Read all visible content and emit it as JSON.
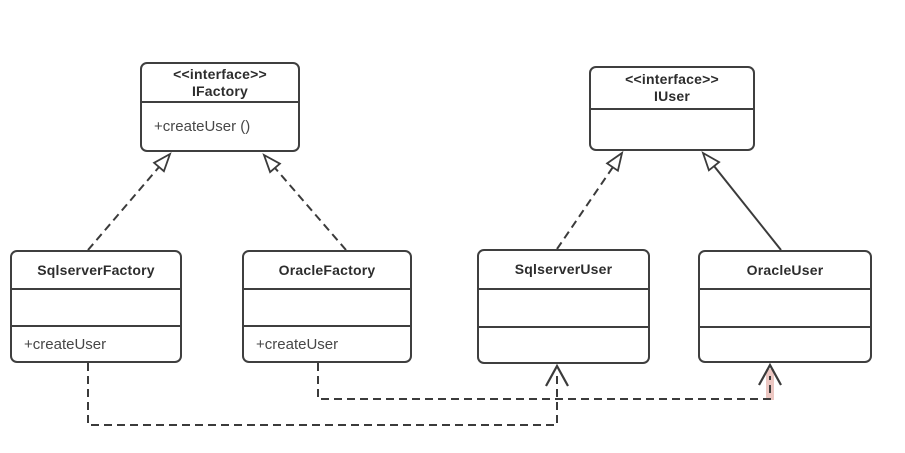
{
  "diagram": {
    "kind": "uml-class-diagram",
    "classes": [
      {
        "id": "ifactory",
        "stereotype": "<<interface>>",
        "name": "IFactory",
        "methods": [
          "+createUser ()"
        ]
      },
      {
        "id": "iuser",
        "stereotype": "<<interface>>",
        "name": "IUser",
        "methods": []
      },
      {
        "id": "sqlserverfactory",
        "name": "SqlserverFactory",
        "methods": [
          "+createUser"
        ]
      },
      {
        "id": "oraclefactory",
        "name": "OracleFactory",
        "methods": [
          "+createUser"
        ]
      },
      {
        "id": "sqlserveruser",
        "name": "SqlserverUser",
        "methods": []
      },
      {
        "id": "oracleuser",
        "name": "OracleUser",
        "methods": []
      }
    ],
    "relationships": [
      {
        "from": "SqlserverFactory",
        "to": "IFactory",
        "type": "realization",
        "line": "dashed",
        "arrowhead": "hollow-triangle"
      },
      {
        "from": "OracleFactory",
        "to": "IFactory",
        "type": "realization",
        "line": "dashed",
        "arrowhead": "hollow-triangle"
      },
      {
        "from": "SqlserverUser",
        "to": "IUser",
        "type": "realization",
        "line": "dashed",
        "arrowhead": "hollow-triangle"
      },
      {
        "from": "OracleUser",
        "to": "IUser",
        "type": "generalization",
        "line": "solid",
        "arrowhead": "hollow-triangle"
      },
      {
        "from": "SqlserverFactory",
        "to": "SqlserverUser",
        "type": "dependency",
        "line": "dashed",
        "arrowhead": "open",
        "highlighted": false
      },
      {
        "from": "OracleFactory",
        "to": "OracleUser",
        "type": "dependency",
        "line": "dashed",
        "arrowhead": "open",
        "highlighted": true
      }
    ],
    "colors": {
      "line": "#3b3b3b",
      "border": "#3f3f3f",
      "title_text": "#2d2d2d",
      "method_text": "#474747",
      "highlight": "#ecc7c2",
      "background": "#ffffff"
    }
  }
}
